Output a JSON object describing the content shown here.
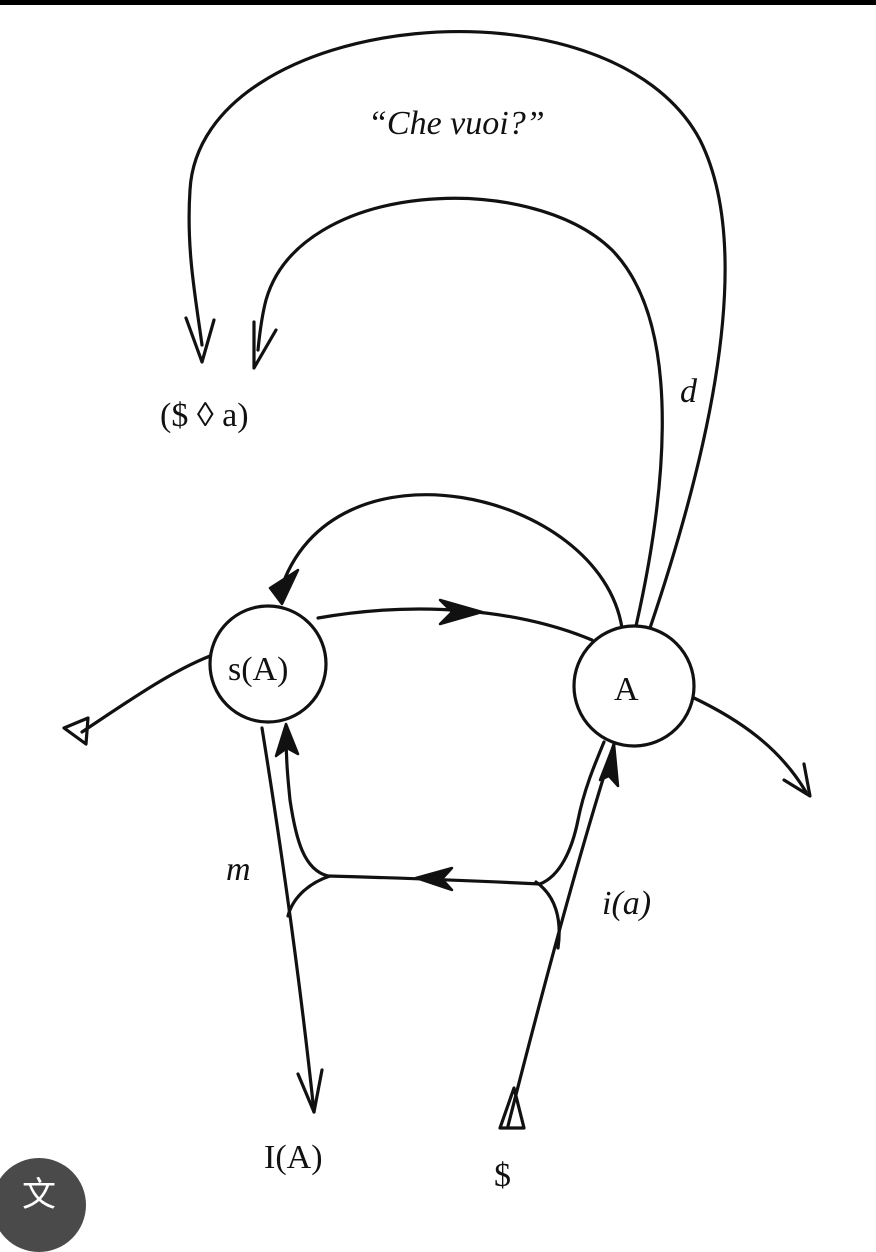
{
  "labels": {
    "che_vuoi": "“Che vuoi?”",
    "fantasy": "($ ◊ a)",
    "demand": "d",
    "signified_of_other": "s(A)",
    "other": "A",
    "message": "m",
    "ego_ideal": "I(A)",
    "imaginary_other": "i(a)",
    "barred_subject": "$"
  },
  "badge": {
    "glyph": "文"
  },
  "colors": {
    "ink": "#111111",
    "paper": "#ffffff",
    "badge": "#4a4a4a"
  }
}
